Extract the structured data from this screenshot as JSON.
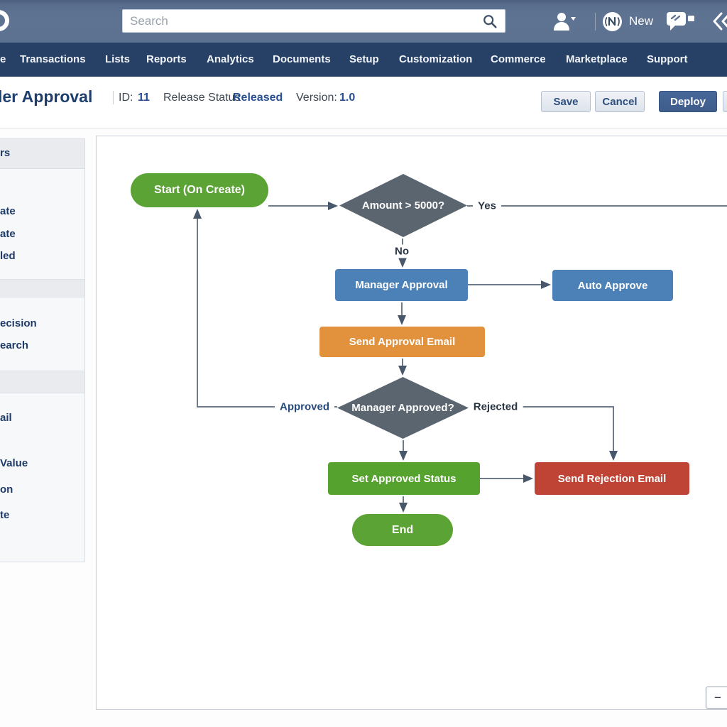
{
  "topbar": {
    "search_placeholder": "Search",
    "new_label": "New"
  },
  "nav": {
    "tab_fragment": "e",
    "tabs": [
      "Transactions",
      "Lists",
      "Reports",
      "Analytics",
      "Documents",
      "Setup",
      "Customization",
      "Commerce",
      "Marketplace",
      "Support"
    ]
  },
  "header": {
    "title_fragment": "ler Approval",
    "id_label": "ID:",
    "id_value": "11",
    "release_status_label": "Release Status",
    "release_status_value": "Released",
    "version_label": "Version:",
    "version_value": "1.0",
    "save_label": "Save",
    "cancel_label": "Cancel",
    "deploy_label": "Deploy"
  },
  "sidebar": {
    "header_fragment": "rs",
    "items": [
      {
        "label": "ate"
      },
      {
        "label": "ate"
      },
      {
        "label": "led"
      },
      {
        "label": "ecision"
      },
      {
        "label": "earch"
      },
      {
        "label": "ail"
      },
      {
        "label": "Value"
      },
      {
        "label": "on"
      },
      {
        "label": "te"
      }
    ]
  },
  "flow": {
    "nodes": {
      "start": "Start (On Create)",
      "decision_amount": "Amount > 5000?",
      "manager_approval": "Manager Approval",
      "auto_approve": "Auto Approve",
      "send_approval_email": "Send Approval Email",
      "decision_manager": "Manager Approved?",
      "set_approved_status": "Set Approved Status",
      "send_rejection_email": "Send Rejection Email",
      "end": "End"
    },
    "edge_labels": {
      "yes": "Yes",
      "no": "No",
      "approved": "Approved",
      "rejected": "Rejected"
    }
  },
  "canvas": {
    "zoom_out_label": "−"
  },
  "colors": {
    "green": "#5aa334",
    "blue": "#4c81b8",
    "orange": "#e2913d",
    "red": "#bf4436",
    "diamond_gray": "#5b6570",
    "topbar": "#5d7191",
    "navbar": "#274066",
    "deploy_button": "#41618f",
    "link_navy": "#274f93"
  }
}
